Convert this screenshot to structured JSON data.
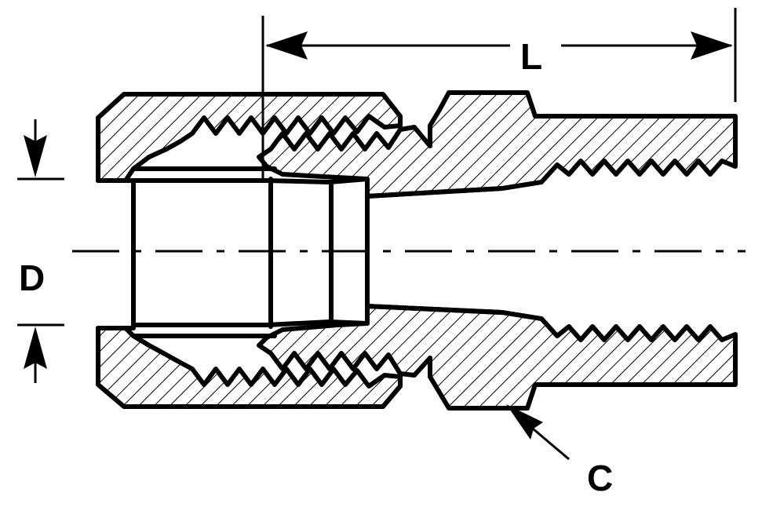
{
  "labels": {
    "length": "L",
    "diameter": "D",
    "component": "C"
  },
  "colors": {
    "ink": "#000000",
    "paper": "#ffffff"
  }
}
